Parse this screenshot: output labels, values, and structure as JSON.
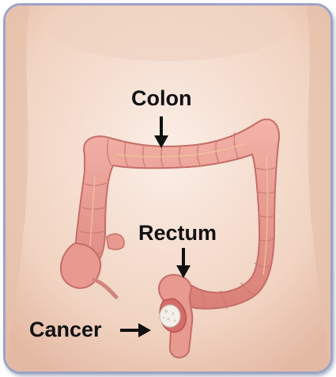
{
  "labels": {
    "colon": "Colon",
    "rectum": "Rectum",
    "cancer": "Cancer"
  },
  "colors": {
    "skin": "#f3d9c8",
    "skin_shadow": "#e2b8a2",
    "colon": "#e89a90",
    "colon_dark": "#c56e68",
    "colon_light": "#f6c3b8",
    "frame": "#9aa4c4",
    "tumor": "#f4efe8",
    "text": "#111111"
  }
}
